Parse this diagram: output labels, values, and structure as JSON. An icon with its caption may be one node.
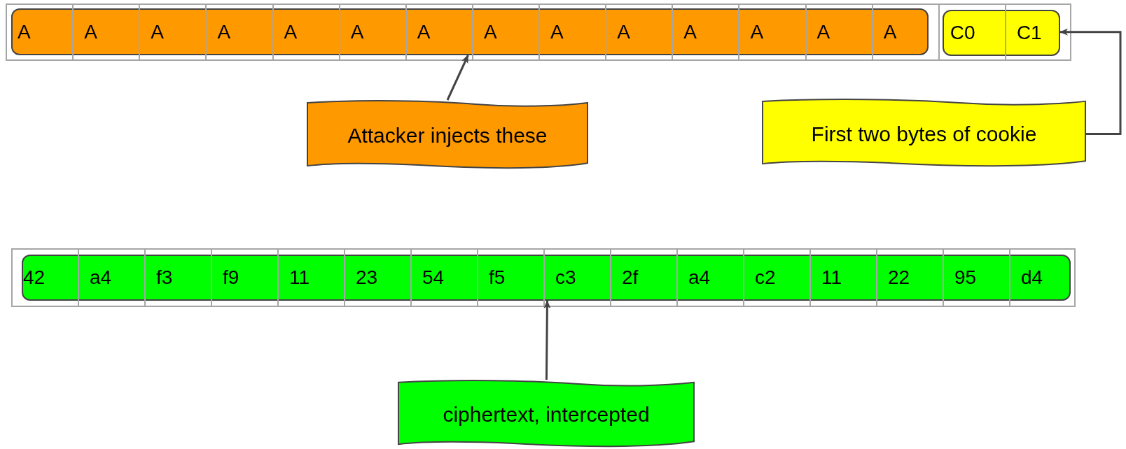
{
  "diagram": {
    "nodes": [
      {
        "text": [
          "A",
          "A",
          "A",
          "A",
          "A",
          "A",
          "A",
          "A",
          "A",
          "A",
          "A",
          "A",
          "A",
          "A"
        ]
      },
      {
        "text": [
          "C0",
          "C1"
        ]
      },
      {
        "text": [
          "Attacker injects these"
        ]
      },
      {
        "text": [
          "First two bytes of cookie"
        ]
      },
      {
        "text": [
          "42",
          "a4",
          "f3",
          "f9",
          "11",
          "23",
          "54",
          "f5",
          "c3",
          "2f",
          "a4",
          "c2",
          "11",
          "22",
          "95",
          "d4"
        ]
      },
      {
        "text": [
          "ciphertext, intercepted"
        ]
      }
    ],
    "edges": [
      {
        "from": 2,
        "to": 0,
        "arrow": "to"
      },
      {
        "from": 3,
        "to": 1,
        "arrow": "to"
      },
      {
        "from": 5,
        "to": 4,
        "arrow": "to"
      }
    ]
  }
}
